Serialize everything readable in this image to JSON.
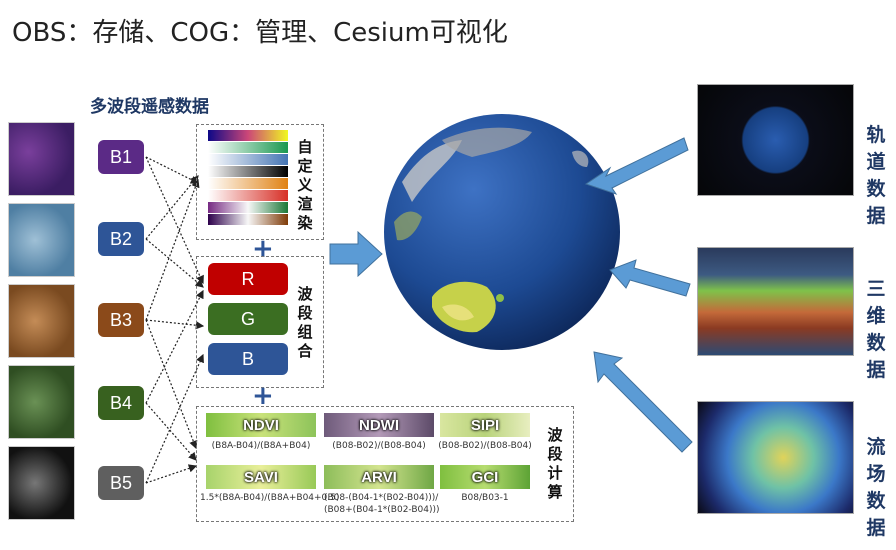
{
  "title": "OBS：存储、COG：管理、Cesium可视化",
  "subtitle": "多波段遥感数据",
  "bands": [
    {
      "label": "B1",
      "color": "#5b2a86"
    },
    {
      "label": "B2",
      "color": "#2e5597"
    },
    {
      "label": "B3",
      "color": "#8b4a1a"
    },
    {
      "label": "B4",
      "color": "#38611f"
    },
    {
      "label": "B5",
      "color": "#5f5f5f"
    }
  ],
  "render_label": "自定义渲染",
  "combo_label": "波段组合",
  "calc_label": "波段计算",
  "rgb": [
    {
      "label": "R",
      "color": "#c00000"
    },
    {
      "label": "G",
      "color": "#3b6e22"
    },
    {
      "label": "B",
      "color": "#2e5597"
    }
  ],
  "indices": [
    {
      "name": "NDVI",
      "formula": "(B8A-B04)/(B8A+B04)"
    },
    {
      "name": "NDWI",
      "formula": "(B08-B02)/(B08-B04)"
    },
    {
      "name": "SIPI",
      "formula": "(B08-B02)/(B08-B04)"
    },
    {
      "name": "SAVI",
      "formula": "1.5*(B8A-B04)/(B8A+B04+0.5)"
    },
    {
      "name": "ARVI",
      "formula": "(B08-(B04-1*(B02-B04)))/",
      "formula2": "(B08+(B04-1*(B02-B04)))"
    },
    {
      "name": "GCI",
      "formula": "B08/B03-1"
    }
  ],
  "right_labels": [
    {
      "text": "轨道数据"
    },
    {
      "text": "三维数据"
    },
    {
      "text": "流场数据"
    }
  ],
  "colors": {
    "accent": "#1f3864",
    "arrow": "#5b9bd5"
  }
}
